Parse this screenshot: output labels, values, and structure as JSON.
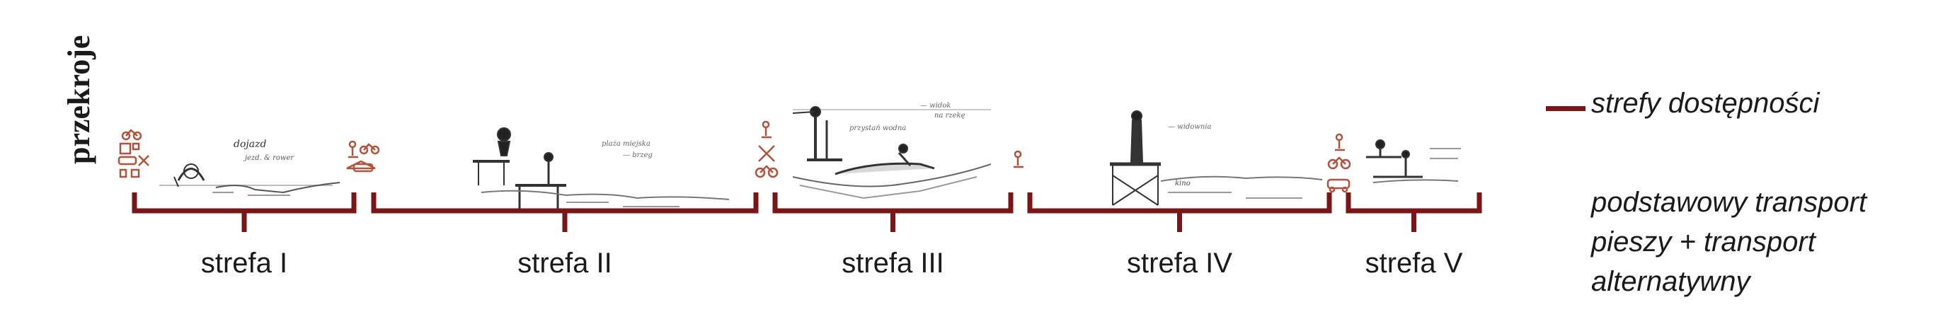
{
  "title": "przekroje",
  "zones": [
    {
      "label": "strefa I",
      "span": [
        190,
        500
      ]
    },
    {
      "label": "strefa II",
      "span": [
        528,
        1068
      ]
    },
    {
      "label": "strefa III",
      "span": [
        1095,
        1428
      ]
    },
    {
      "label": "strefa IV",
      "span": [
        1455,
        1878
      ]
    },
    {
      "label": "strefa V",
      "span": [
        1905,
        2090
      ]
    }
  ],
  "legend": {
    "line_label": "strefy dostępności",
    "description": "podstawowy transport pieszy + transport alternatywny"
  },
  "colors": {
    "bracket": "#7a1518",
    "icon": "#b5503a",
    "sketch": "#333333"
  },
  "icons": [
    {
      "group": "zone-1-left",
      "names": [
        "bicycle-icon",
        "bus-icon",
        "car-icon",
        "no-parking-icon"
      ]
    },
    {
      "group": "zone-1-right",
      "names": [
        "pedestrian-icon",
        "bicycle-icon",
        "car-icon"
      ]
    },
    {
      "group": "zone-3-left",
      "names": [
        "pedestrian-icon",
        "no-car-icon",
        "bicycle-icon"
      ]
    },
    {
      "group": "zone-4-left",
      "names": [
        "pedestrian-icon"
      ]
    },
    {
      "group": "zone-5-left",
      "names": [
        "pedestrian-icon",
        "bicycle-icon",
        "car-icon"
      ]
    }
  ]
}
